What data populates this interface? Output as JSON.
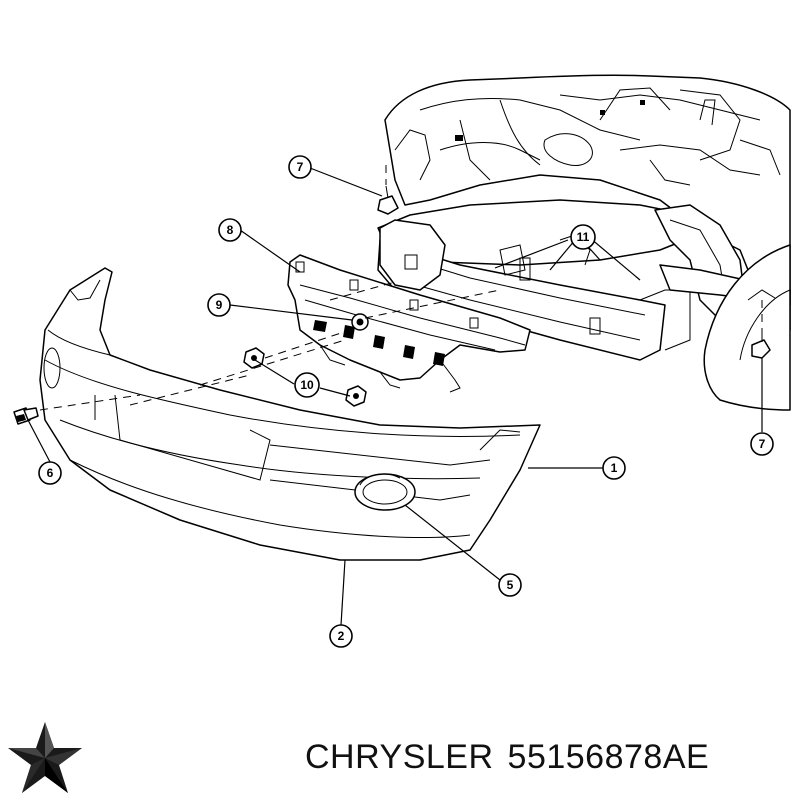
{
  "diagram": {
    "callouts": [
      {
        "id": "c1",
        "label": "1"
      },
      {
        "id": "c2",
        "label": "2"
      },
      {
        "id": "c5",
        "label": "5"
      },
      {
        "id": "c6",
        "label": "6"
      },
      {
        "id": "c7a",
        "label": "7"
      },
      {
        "id": "c7b",
        "label": "7"
      },
      {
        "id": "c8",
        "label": "8"
      },
      {
        "id": "c9",
        "label": "9"
      },
      {
        "id": "c10",
        "label": "10"
      },
      {
        "id": "c11",
        "label": "11"
      }
    ]
  },
  "footer": {
    "brand": "CHRYSLER",
    "part_number": "55156878AE",
    "logo_icon": "chrysler-pentastar-icon",
    "text_color": "#111111"
  }
}
